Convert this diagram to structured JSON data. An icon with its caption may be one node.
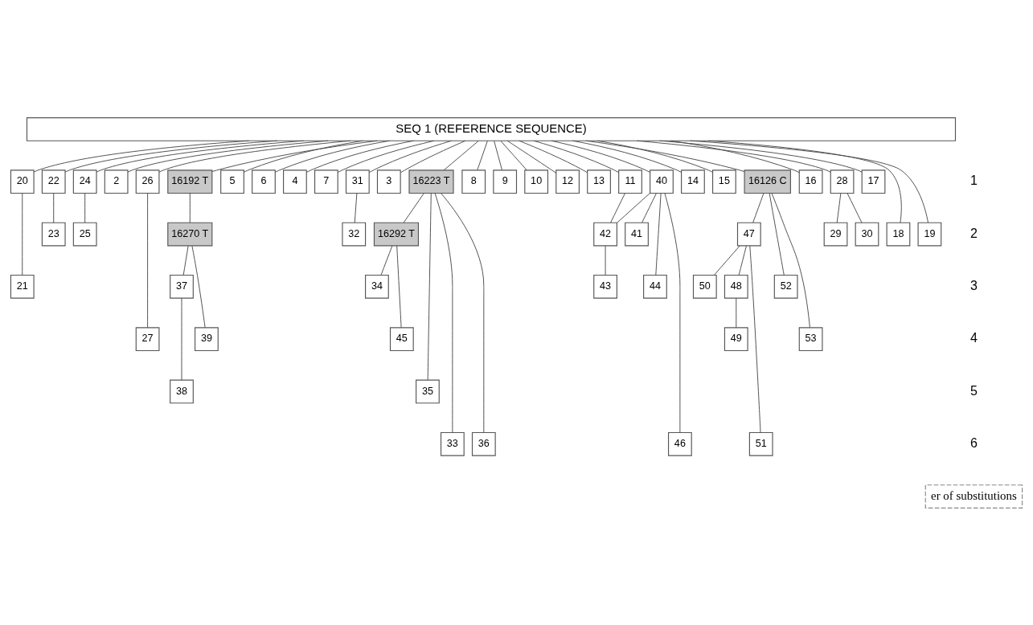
{
  "diagram": {
    "nodes": [
      {
        "text": [
          "SEQ 1 (REFERENCE SEQUENCE)"
        ]
      },
      {
        "text": [
          "20"
        ]
      },
      {
        "text": [
          "22"
        ]
      },
      {
        "text": [
          "24"
        ]
      },
      {
        "text": [
          "2"
        ]
      },
      {
        "text": [
          "26"
        ]
      },
      {
        "text": [
          "16192 T"
        ]
      },
      {
        "text": [
          "5"
        ]
      },
      {
        "text": [
          "6"
        ]
      },
      {
        "text": [
          "4"
        ]
      },
      {
        "text": [
          "7"
        ]
      },
      {
        "text": [
          "31"
        ]
      },
      {
        "text": [
          "3"
        ]
      },
      {
        "text": [
          "16223 T"
        ]
      },
      {
        "text": [
          "8"
        ]
      },
      {
        "text": [
          "9"
        ]
      },
      {
        "text": [
          "10"
        ]
      },
      {
        "text": [
          "12"
        ]
      },
      {
        "text": [
          "13"
        ]
      },
      {
        "text": [
          "40"
        ]
      },
      {
        "text": [
          "11"
        ]
      },
      {
        "text": [
          "14"
        ]
      },
      {
        "text": [
          "15"
        ]
      },
      {
        "text": [
          "16126 C"
        ]
      },
      {
        "text": [
          "16"
        ]
      },
      {
        "text": [
          "28"
        ]
      },
      {
        "text": [
          "17"
        ]
      },
      {
        "text": [
          "23"
        ]
      },
      {
        "text": [
          "25"
        ]
      },
      {
        "text": [
          "16270 T"
        ]
      },
      {
        "text": [
          "32"
        ]
      },
      {
        "text": [
          "16292 T"
        ]
      },
      {
        "text": [
          "41"
        ]
      },
      {
        "text": [
          "42"
        ]
      },
      {
        "text": [
          "47"
        ]
      },
      {
        "text": [
          "29"
        ]
      },
      {
        "text": [
          "30"
        ]
      },
      {
        "text": [
          "18"
        ]
      },
      {
        "text": [
          "19"
        ]
      },
      {
        "text": [
          "21"
        ]
      },
      {
        "text": [
          "37"
        ]
      },
      {
        "text": [
          "34"
        ]
      },
      {
        "text": [
          "43"
        ]
      },
      {
        "text": [
          "44"
        ]
      },
      {
        "text": [
          "52"
        ]
      },
      {
        "text": [
          "50"
        ]
      },
      {
        "text": [
          "48"
        ]
      },
      {
        "text": [
          "27"
        ]
      },
      {
        "text": [
          "39"
        ]
      },
      {
        "text": [
          "45"
        ]
      },
      {
        "text": [
          "53"
        ]
      },
      {
        "text": [
          "49"
        ]
      },
      {
        "text": [
          "38"
        ]
      },
      {
        "text": [
          "35"
        ]
      },
      {
        "text": [
          "33"
        ]
      },
      {
        "text": [
          "36"
        ]
      },
      {
        "text": [
          "46"
        ]
      },
      {
        "text": [
          "51"
        ]
      }
    ],
    "edges": [
      {
        "from": 0,
        "to": 1,
        "arrow": "none"
      },
      {
        "from": 0,
        "to": 2,
        "arrow": "none"
      },
      {
        "from": 0,
        "to": 3,
        "arrow": "none"
      },
      {
        "from": 0,
        "to": 4,
        "arrow": "none"
      },
      {
        "from": 0,
        "to": 5,
        "arrow": "none"
      },
      {
        "from": 0,
        "to": 6,
        "arrow": "none"
      },
      {
        "from": 0,
        "to": 7,
        "arrow": "none"
      },
      {
        "from": 0,
        "to": 8,
        "arrow": "none"
      },
      {
        "from": 0,
        "to": 9,
        "arrow": "none"
      },
      {
        "from": 0,
        "to": 10,
        "arrow": "none"
      },
      {
        "from": 0,
        "to": 11,
        "arrow": "none"
      },
      {
        "from": 0,
        "to": 12,
        "arrow": "none"
      },
      {
        "from": 0,
        "to": 13,
        "arrow": "none"
      },
      {
        "from": 0,
        "to": 14,
        "arrow": "none"
      },
      {
        "from": 0,
        "to": 15,
        "arrow": "none"
      },
      {
        "from": 0,
        "to": 16,
        "arrow": "none"
      },
      {
        "from": 0,
        "to": 17,
        "arrow": "none"
      },
      {
        "from": 0,
        "to": 18,
        "arrow": "none"
      },
      {
        "from": 0,
        "to": 19,
        "arrow": "none"
      },
      {
        "from": 0,
        "to": 20,
        "arrow": "none"
      },
      {
        "from": 0,
        "to": 21,
        "arrow": "none"
      },
      {
        "from": 0,
        "to": 22,
        "arrow": "none"
      },
      {
        "from": 0,
        "to": 23,
        "arrow": "none"
      },
      {
        "from": 0,
        "to": 24,
        "arrow": "none"
      },
      {
        "from": 0,
        "to": 25,
        "arrow": "none"
      },
      {
        "from": 0,
        "to": 26,
        "arrow": "none"
      },
      {
        "from": 0,
        "to": 37,
        "arrow": "none"
      },
      {
        "from": 0,
        "to": 38,
        "arrow": "none"
      },
      {
        "from": 1,
        "to": 39,
        "arrow": "none"
      },
      {
        "from": 2,
        "to": 27,
        "arrow": "none"
      },
      {
        "from": 3,
        "to": 28,
        "arrow": "none"
      },
      {
        "from": 5,
        "to": 47,
        "arrow": "none"
      },
      {
        "from": 6,
        "to": 29,
        "arrow": "none"
      },
      {
        "from": 11,
        "to": 30,
        "arrow": "none"
      },
      {
        "from": 13,
        "to": 31,
        "arrow": "none"
      },
      {
        "from": 13,
        "to": 54,
        "arrow": "none"
      },
      {
        "from": 13,
        "to": 53,
        "arrow": "none"
      },
      {
        "from": 13,
        "to": 55,
        "arrow": "none"
      },
      {
        "from": 19,
        "to": 32,
        "arrow": "none"
      },
      {
        "from": 19,
        "to": 33,
        "arrow": "none"
      },
      {
        "from": 19,
        "to": 56,
        "arrow": "none"
      },
      {
        "from": 19,
        "to": 43,
        "arrow": "none"
      },
      {
        "from": 20,
        "to": 33,
        "arrow": "none"
      },
      {
        "from": 33,
        "to": 42,
        "arrow": "none"
      },
      {
        "from": 23,
        "to": 44,
        "arrow": "none"
      },
      {
        "from": 23,
        "to": 50,
        "arrow": "none"
      },
      {
        "from": 23,
        "to": 34,
        "arrow": "none"
      },
      {
        "from": 34,
        "to": 45,
        "arrow": "none"
      },
      {
        "from": 34,
        "to": 46,
        "arrow": "none"
      },
      {
        "from": 34,
        "to": 57,
        "arrow": "none"
      },
      {
        "from": 46,
        "to": 51,
        "arrow": "none"
      },
      {
        "from": 25,
        "to": 35,
        "arrow": "none"
      },
      {
        "from": 25,
        "to": 36,
        "arrow": "none"
      },
      {
        "from": 29,
        "to": 40,
        "arrow": "none"
      },
      {
        "from": 29,
        "to": 48,
        "arrow": "none"
      },
      {
        "from": 40,
        "to": 52,
        "arrow": "none"
      },
      {
        "from": 31,
        "to": 41,
        "arrow": "none"
      },
      {
        "from": 31,
        "to": 49,
        "arrow": "none"
      }
    ],
    "labels": [
      "1",
      "2",
      "3",
      "4",
      "5",
      "6",
      "er of substitutions"
    ]
  }
}
